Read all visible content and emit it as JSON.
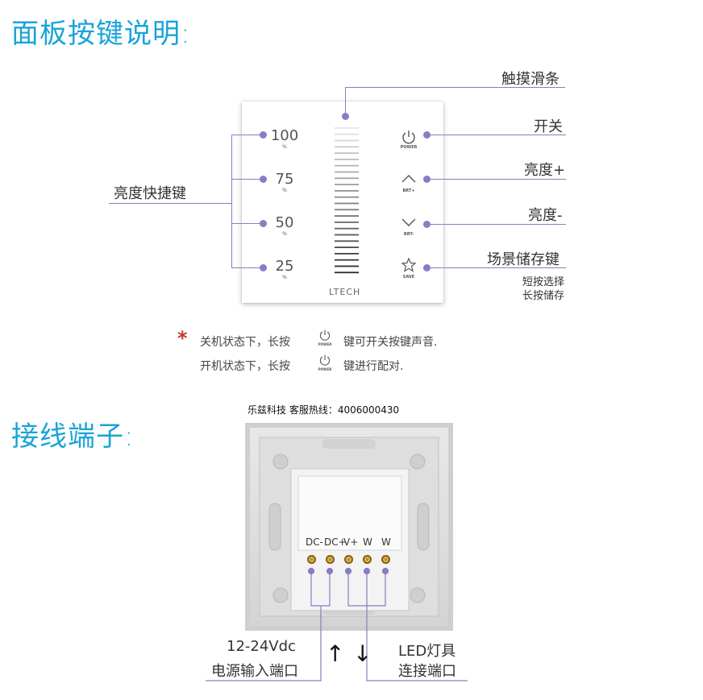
{
  "section1": {
    "title": "面板按键说明:",
    "labels": {
      "touch_slider": "触摸滑条",
      "on_off": "开关",
      "brightness_up": "亮度+",
      "brightness_down": "亮度-",
      "scene_save": "场景储存键",
      "scene_short": "短按选择",
      "scene_long": "长按储存",
      "shortcut": "亮度快捷键"
    },
    "panel": {
      "levels": [
        {
          "value": "100",
          "unit": "%"
        },
        {
          "value": "75",
          "unit": "%"
        },
        {
          "value": "50",
          "unit": "%"
        },
        {
          "value": "25",
          "unit": "%"
        }
      ],
      "buttons": {
        "power": "POWER",
        "brt_up": "BRT+",
        "brt_down": "BRT-",
        "save": "SAVE"
      },
      "brand": "LTECH"
    },
    "notes": {
      "asterisk": "*",
      "line1_a": "关机状态下，长按",
      "line1_b": "键可开关按键声音.",
      "line2_a": "开机状态下，长按",
      "line2_b": "键进行配对.",
      "power_caption": "POWER"
    },
    "colors": {
      "heading": "#1aa3d9",
      "callout": "#8a7cc4",
      "asterisk": "#c0392b"
    }
  },
  "section2": {
    "title": "接线端子:",
    "hotline": "乐兹科技 客服热线：4006000430",
    "terminals": [
      "DC-",
      "DC+",
      "V+",
      "W",
      "W"
    ],
    "power_input": {
      "line1": "12-24Vdc",
      "line2": "电源输入端口"
    },
    "led_output": {
      "line1": "LED灯具",
      "line2": "连接端口"
    },
    "arrows": {
      "up": "↑",
      "down": "↓"
    }
  }
}
